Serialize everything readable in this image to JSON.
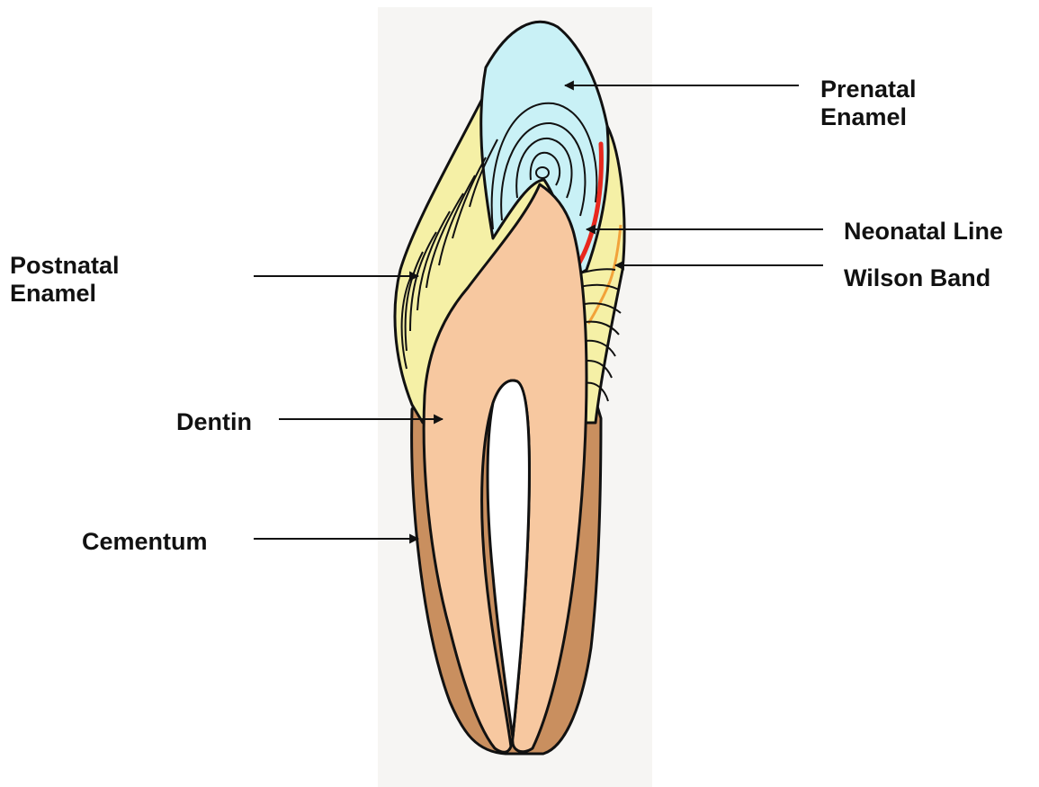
{
  "labels": {
    "prenatal_enamel": [
      "Prenatal",
      "Enamel"
    ],
    "neonatal_line": "Neonatal Line",
    "wilson_band": "Wilson Band",
    "postnatal_enamel": [
      "Postnatal",
      "Enamel"
    ],
    "dentin": "Dentin",
    "cementum": "Cementum"
  },
  "colors": {
    "prenatal_enamel": "#c9f1f6",
    "postnatal_enamel": "#f5f0a6",
    "dentin": "#f7c8a0",
    "cementum": "#c98f5f",
    "neonatal_line": "#e8281e",
    "wilson_band": "#f2a23a",
    "outline": "#111111",
    "backdrop": "#f6f5f3"
  }
}
